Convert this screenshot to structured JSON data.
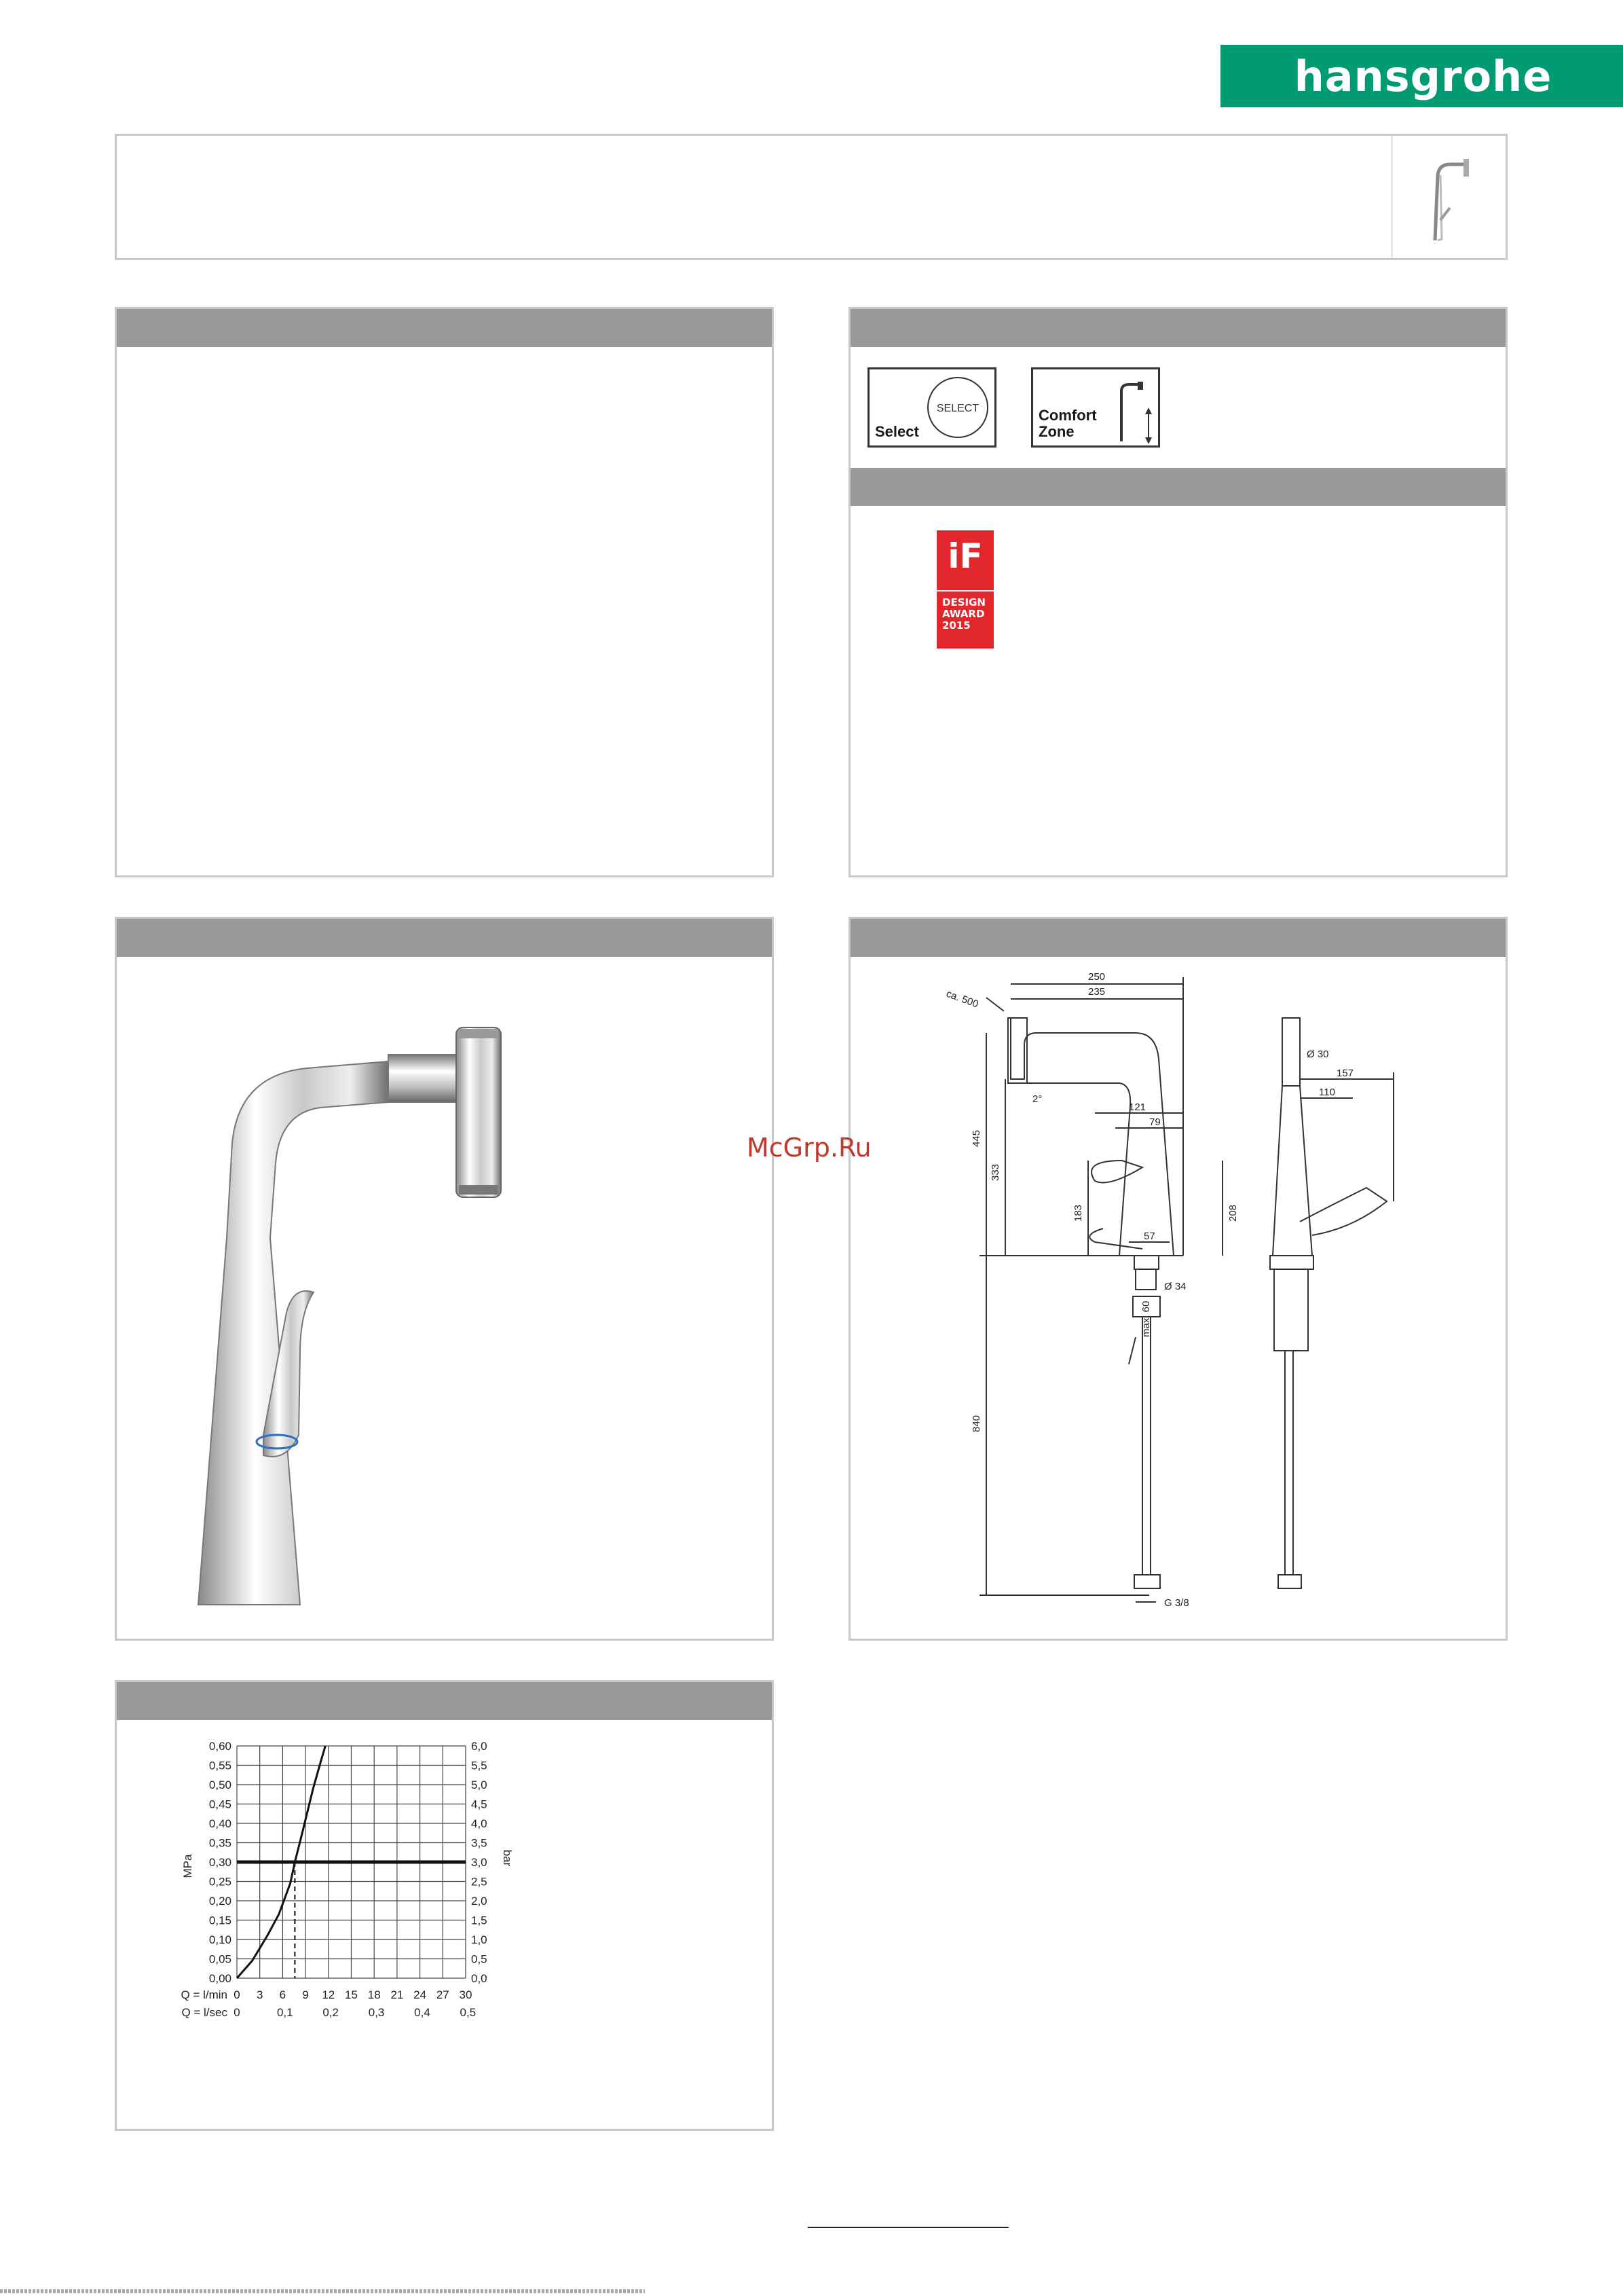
{
  "brand": {
    "logo_text": "hansgrohe",
    "logo_color": "#009a73"
  },
  "symbols": {
    "select": {
      "label": "Select",
      "button_text": "SELECT"
    },
    "comfort_zone": {
      "label_line1": "Comfort",
      "label_line2": "Zone"
    }
  },
  "award": {
    "logo_text": "iF",
    "text": "DESIGN\nAWARD\n2015",
    "color": "#e1262c"
  },
  "dimensions": {
    "d250": "250",
    "d235": "235",
    "ca500": "ca. 500",
    "d445": "445",
    "d333": "333",
    "d121": "121",
    "d79": "79",
    "d183": "183",
    "d208": "208",
    "d57": "57",
    "d34": "Ø 34",
    "max60": "max. 60",
    "d840": "840",
    "g38": "G 3/8",
    "d30": "Ø 30",
    "d157": "157",
    "d110": "110",
    "angle": "2°"
  },
  "watermark": "McGrp.Ru",
  "chart_data": {
    "type": "line",
    "y_left_label": "MPa",
    "y_right_label": "bar",
    "y_left_ticks": [
      "0,00",
      "0,05",
      "0,10",
      "0,15",
      "0,20",
      "0,25",
      "0,30",
      "0,35",
      "0,40",
      "0,45",
      "0,50",
      "0,55",
      "0,60"
    ],
    "y_right_ticks": [
      "0,0",
      "0,5",
      "1,0",
      "1,5",
      "2,0",
      "2,5",
      "3,0",
      "3,5",
      "4,0",
      "4,5",
      "5,0",
      "5,5",
      "6,0"
    ],
    "x_lmin_label": "Q = l/min",
    "x_lmin_ticks": [
      "0",
      "3",
      "6",
      "9",
      "12",
      "15",
      "18",
      "21",
      "24",
      "27",
      "30"
    ],
    "x_lsec_label": "Q = l/sec",
    "x_lsec_ticks": [
      "0",
      "0,1",
      "0,2",
      "0,3",
      "0,4",
      "0,5"
    ],
    "xlim": [
      0,
      30
    ],
    "ylim": [
      0,
      0.6
    ],
    "grid": true,
    "reference_pressure": 0.3,
    "reference_flow": 7.6,
    "series": [
      {
        "x": [
          0,
          2,
          4,
          5.5,
          7,
          7.6,
          8.5,
          10,
          11,
          11.6
        ],
        "y": [
          0,
          0.045,
          0.11,
          0.165,
          0.245,
          0.3,
          0.37,
          0.49,
          0.56,
          0.6
        ]
      }
    ]
  }
}
